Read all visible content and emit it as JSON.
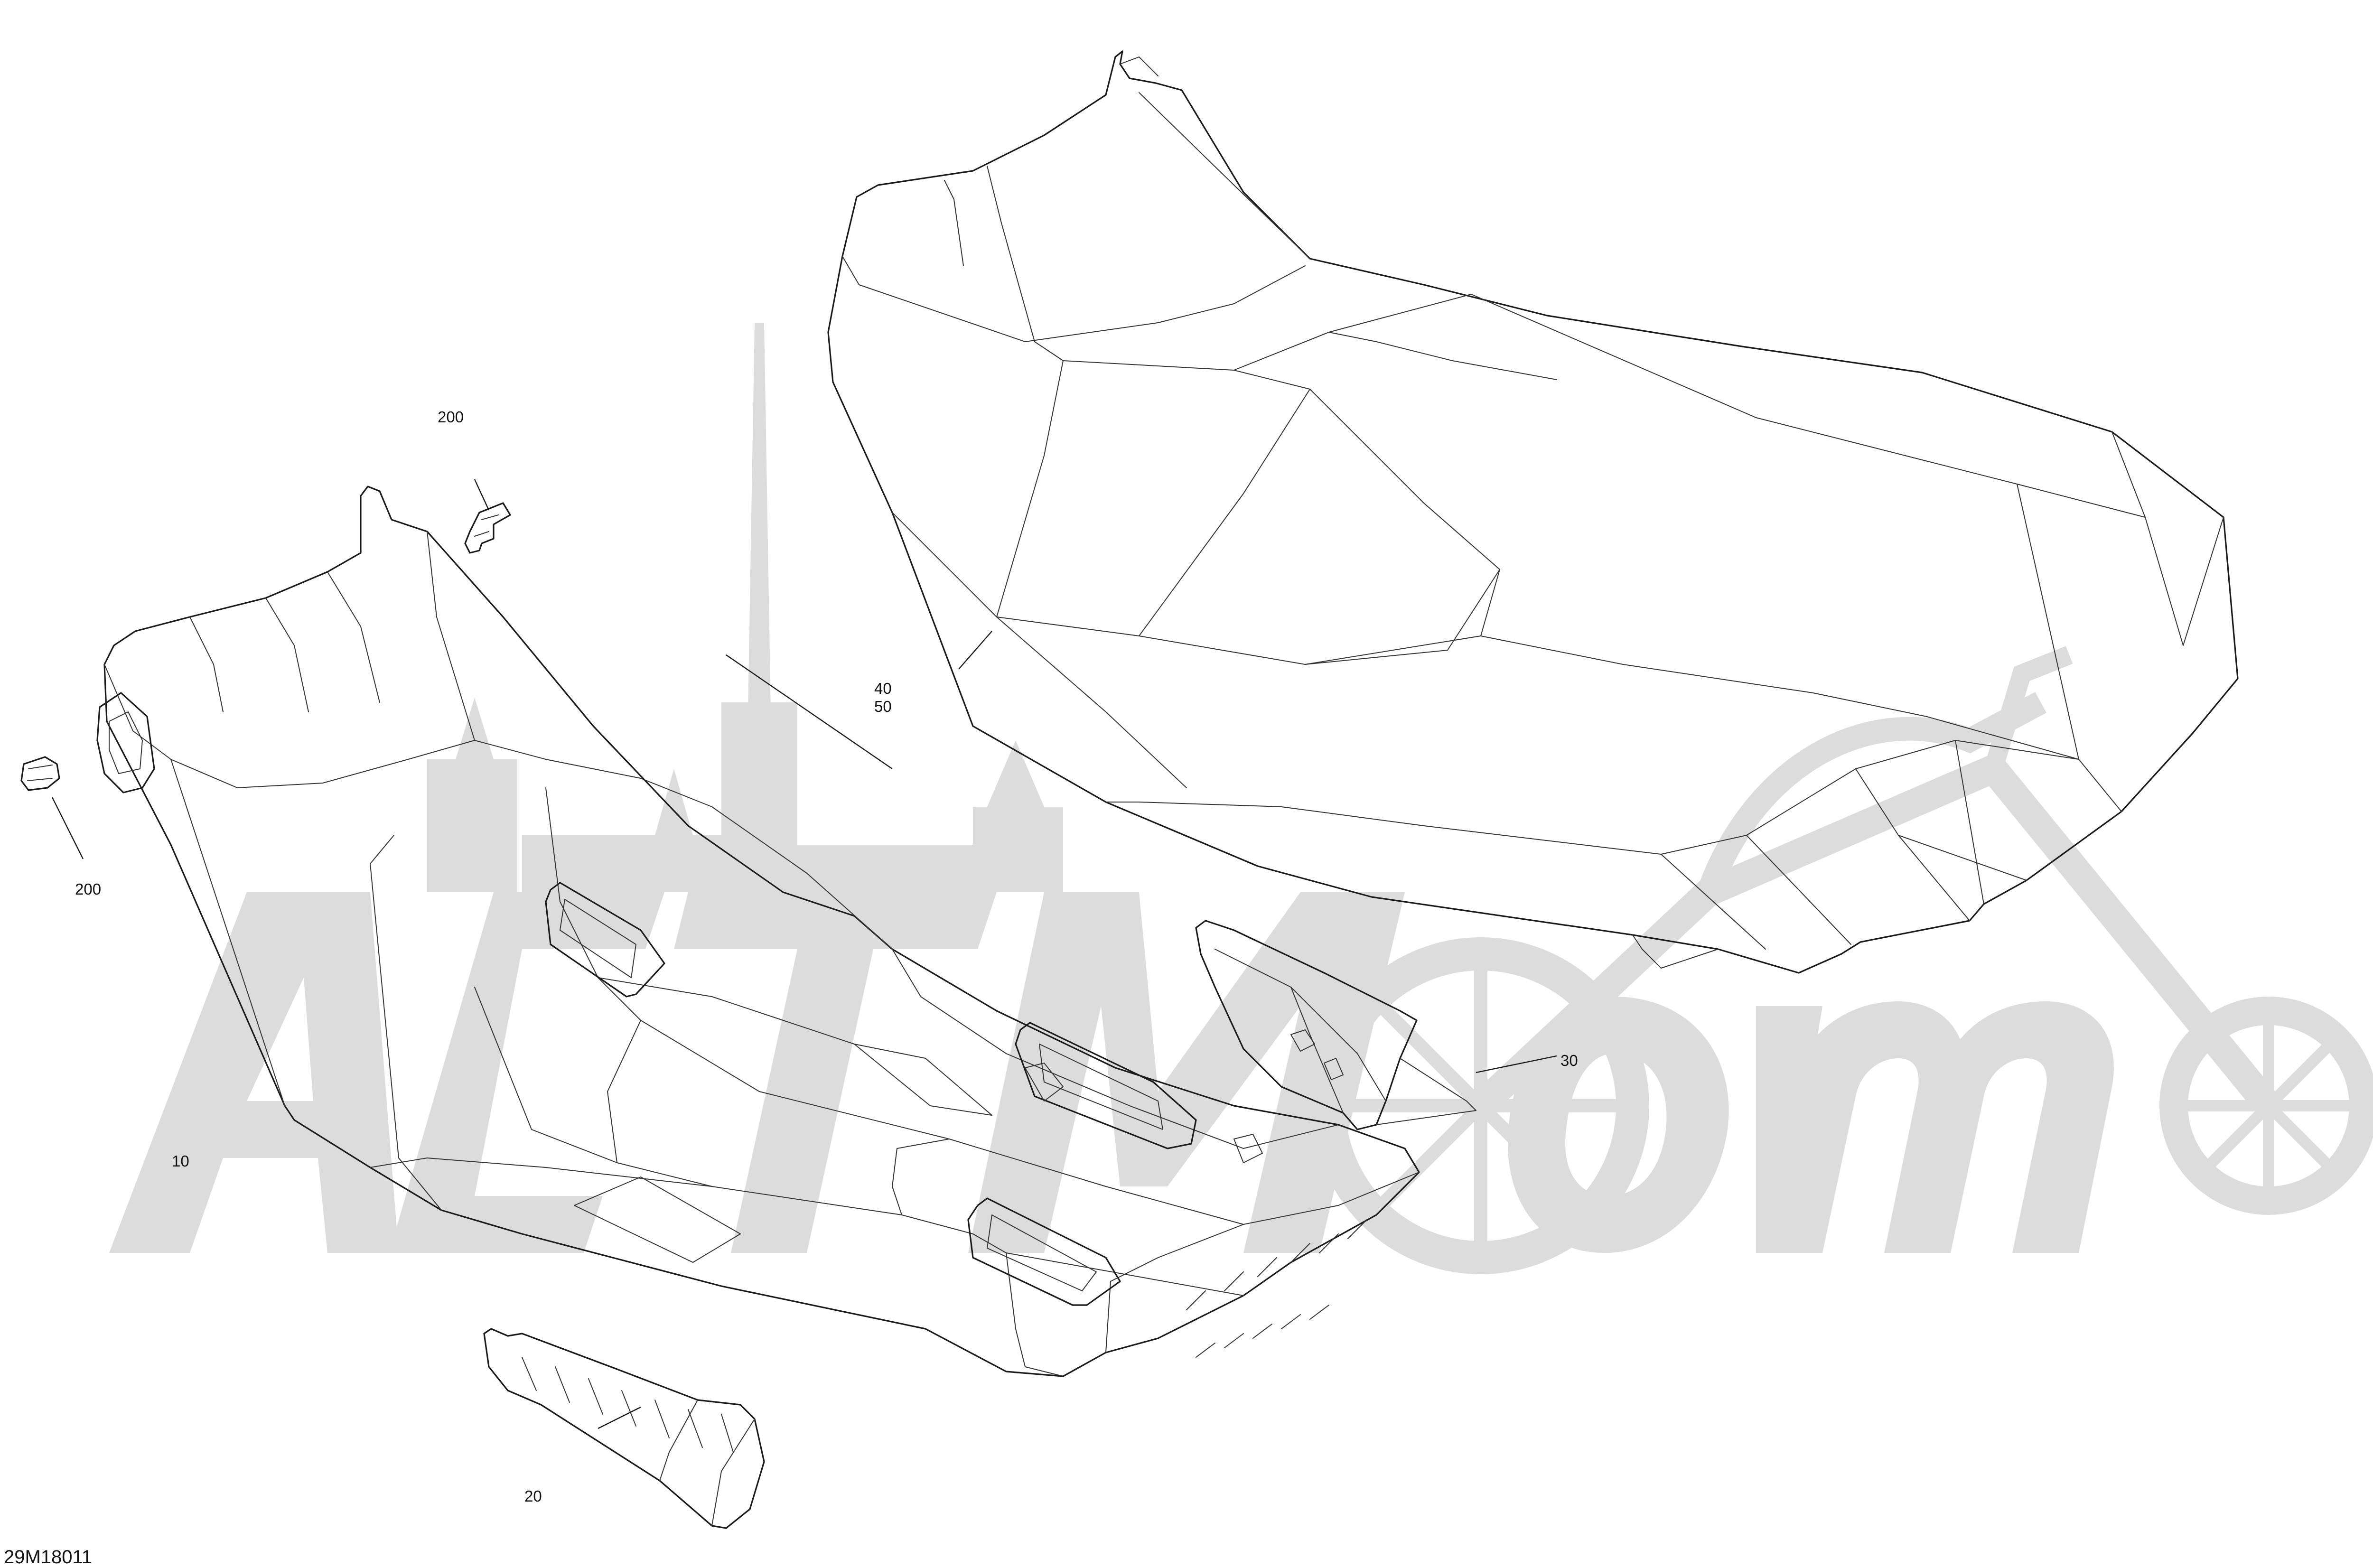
{
  "drawing_code": "29M18011",
  "callouts": {
    "c10": "10",
    "c20": "20",
    "c30": "30",
    "c40_50": "40\n50",
    "c200_top": "200",
    "c200_left": "200"
  },
  "colors": {
    "line": "#1a1a1a",
    "watermark": "#dcdcdc",
    "background": "#ffffff"
  },
  "icons": [
    "fastener-icon",
    "fastener-icon"
  ]
}
